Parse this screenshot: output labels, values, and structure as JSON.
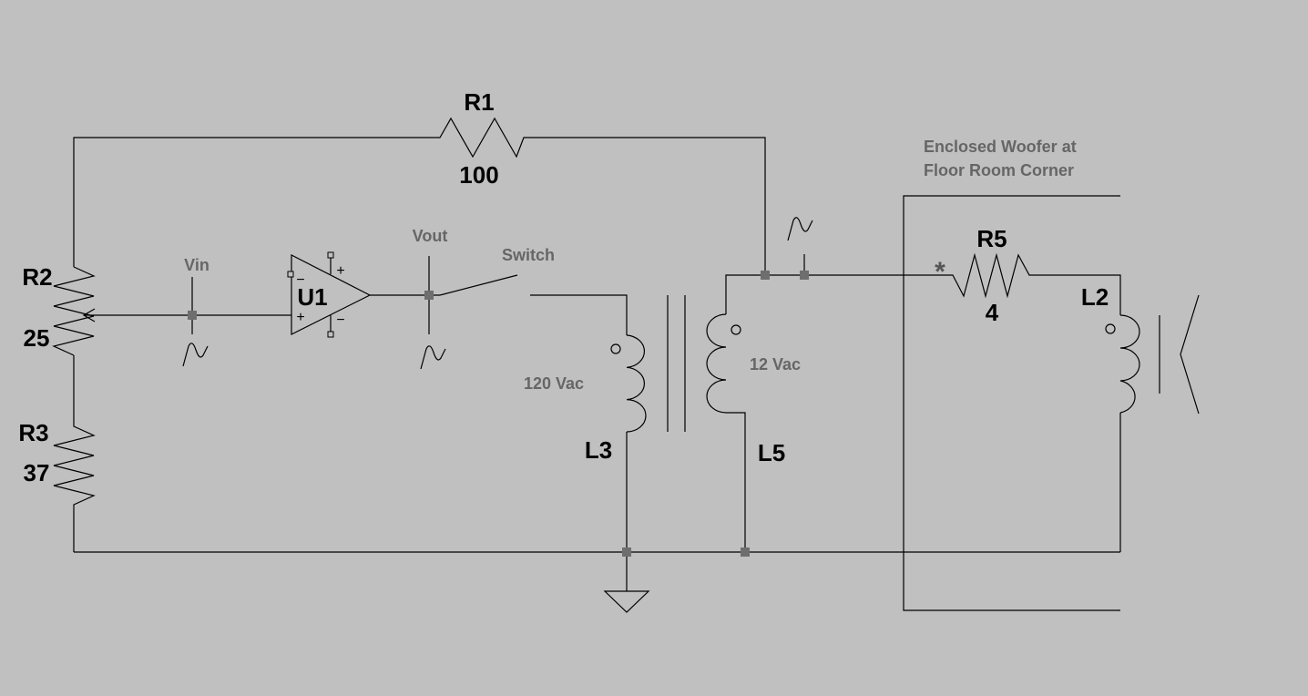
{
  "components": {
    "r1": {
      "ref": "R1",
      "value": "100"
    },
    "r2": {
      "ref": "R2",
      "value": "25"
    },
    "r3": {
      "ref": "R3",
      "value": "37"
    },
    "r5": {
      "ref": "R5",
      "value": "4"
    },
    "u1": {
      "ref": "U1",
      "plus": "+",
      "minus": "−"
    },
    "l2": {
      "ref": "L2"
    },
    "l3": {
      "ref": "L3",
      "value": "120 Vac"
    },
    "l5": {
      "ref": "L5",
      "value": "12 Vac"
    },
    "switch": {
      "label": "Switch"
    }
  },
  "net_labels": {
    "vin": "Vin",
    "vout": "Vout"
  },
  "annotation": {
    "line1": "Enclosed Woofer at",
    "line2": "Floor Room Corner"
  },
  "markers": {
    "asterisk": "*"
  }
}
